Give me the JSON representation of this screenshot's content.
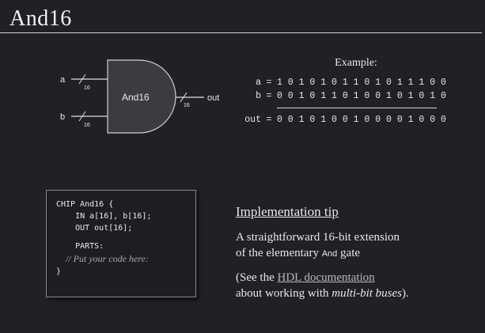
{
  "title": "And16",
  "diagram": {
    "gate_label": "And16",
    "inputs": [
      {
        "name": "a",
        "width": "16"
      },
      {
        "name": "b",
        "width": "16"
      }
    ],
    "output": {
      "name": "out",
      "width": "16"
    }
  },
  "example": {
    "title": "Example:",
    "rows": [
      {
        "name": "a",
        "eq": "=",
        "bits": "1 0 1 0 1 0 1 1 0 1 0 1 1 1 0 0"
      },
      {
        "name": "b",
        "eq": "=",
        "bits": "0 0 1 0 1 1 0 1 0 0 1 0 1 0 1 0"
      }
    ],
    "result": {
      "name": "out",
      "eq": "=",
      "bits": "0 0 1 0 1 0 0 1 0 0 0 0 1 0 0 0"
    }
  },
  "code": {
    "line1": "CHIP And16 {",
    "line2": "    IN a[16], b[16];",
    "line3": "    OUT out[16];",
    "line4": "    PARTS:",
    "comment": "    // Put your code here:",
    "line5": "}"
  },
  "tip": {
    "heading": "Implementation tip",
    "body_line1": "A straightforward 16-bit extension",
    "body_line2_prefix": "of the elementary ",
    "body_code": "And",
    "body_line2_suffix": " gate",
    "note_prefix": "(See the ",
    "note_link": "HDL documentation",
    "note_middle": "about working with ",
    "note_em": "multi-bit buses",
    "note_suffix": ")."
  },
  "colors": {
    "background": "#1f2124",
    "gate_fill": "#3a3c40",
    "text": "#e8e8e8",
    "link": "#b8b8b8"
  }
}
